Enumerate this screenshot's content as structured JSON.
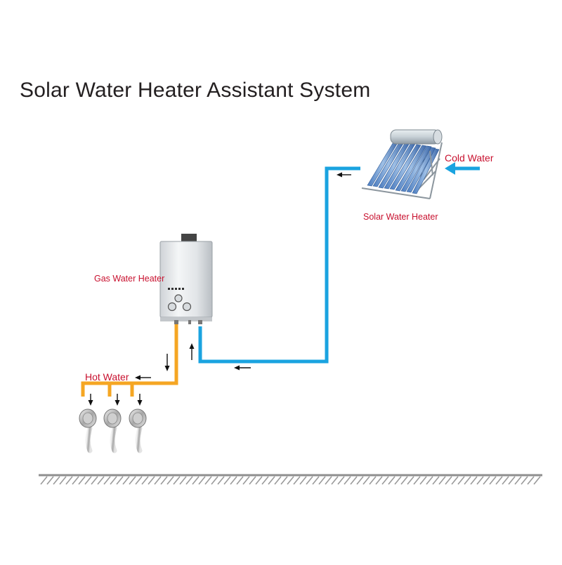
{
  "title": "Solar Water Heater Assistant System",
  "labels": {
    "gas_water_heater": "Gas Water Heater",
    "solar_water_heater": "Solar Water Heater",
    "cold_water": "Cold Water",
    "hot_water": "Hot Water"
  },
  "colors": {
    "title": "#231f20",
    "label_red": "#c8102e",
    "hot_pipe": "#f5a623",
    "cold_pipe": "#1aa3e0",
    "arrow": "#111111",
    "ground": "#9a9a9a"
  }
}
